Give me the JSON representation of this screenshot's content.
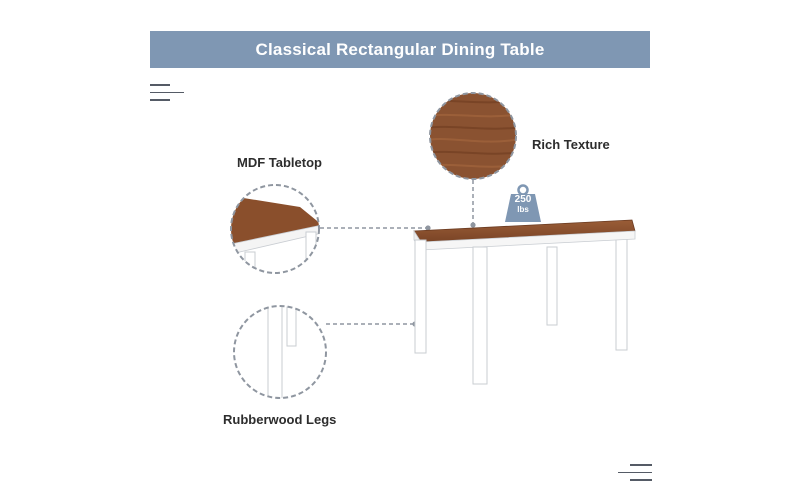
{
  "header": {
    "title": "Classical Rectangular Dining Table"
  },
  "callouts": {
    "tabletop": "MDF Tabletop",
    "texture": "Rich Texture",
    "legs": "Rubberwood Legs"
  },
  "weight_badge": {
    "value": "250",
    "unit": "lbs"
  },
  "icons": [
    "menu-lines-icon",
    "weight-icon"
  ],
  "colors": {
    "banner": "#7f97b3",
    "wood": "#8a4f2c",
    "leg": "#ffffff",
    "dash": "#8f96a0"
  }
}
